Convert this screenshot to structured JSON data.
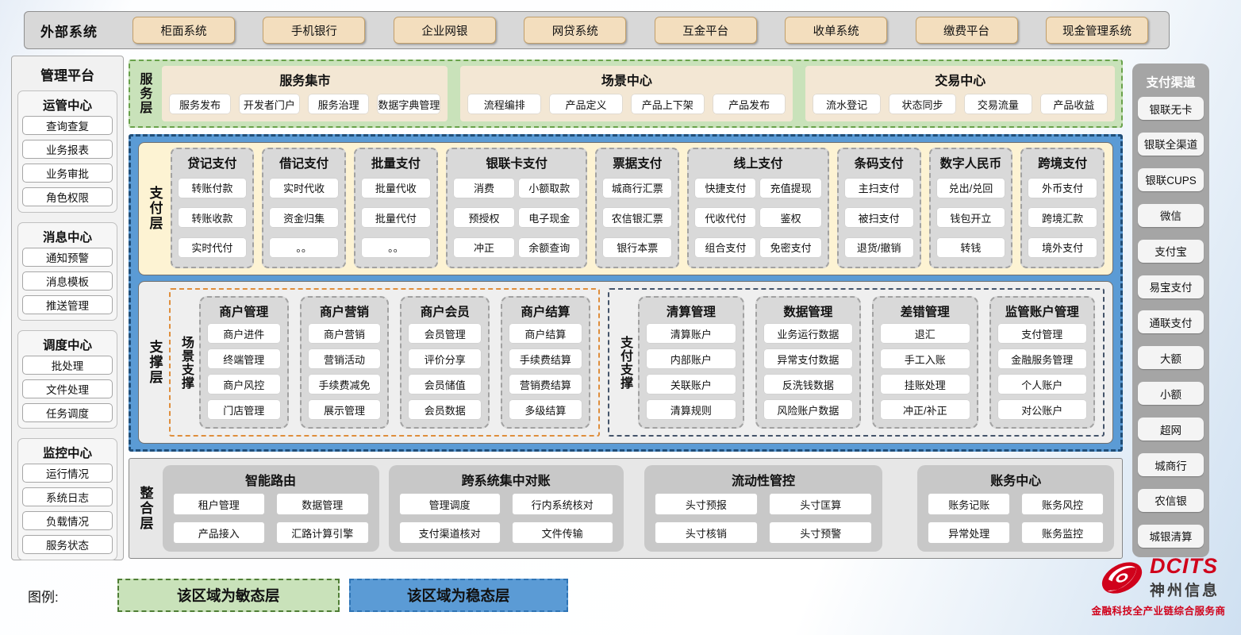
{
  "external": {
    "label": "外部系统",
    "items": [
      "柜面系统",
      "手机银行",
      "企业网银",
      "网贷系统",
      "互金平台",
      "收单系统",
      "缴费平台",
      "现金管理系统"
    ]
  },
  "management": {
    "title": "管理平台",
    "groups": [
      {
        "title": "运管中心",
        "items": [
          "查询查复",
          "业务报表",
          "业务审批",
          "角色权限"
        ]
      },
      {
        "title": "消息中心",
        "items": [
          "通知预警",
          "消息模板",
          "推送管理"
        ]
      },
      {
        "title": "调度中心",
        "items": [
          "批处理",
          "文件处理",
          "任务调度"
        ]
      },
      {
        "title": "监控中心",
        "items": [
          "运行情况",
          "系统日志",
          "负载情况",
          "服务状态"
        ]
      }
    ]
  },
  "service": {
    "label": "服务层",
    "sections": [
      {
        "title": "服务集市",
        "items": [
          "服务发布",
          "开发者门户",
          "服务治理",
          "数据字典管理"
        ]
      },
      {
        "title": "场景中心",
        "items": [
          "流程编排",
          "产品定义",
          "产品上下架",
          "产品发布"
        ]
      },
      {
        "title": "交易中心",
        "items": [
          "流水登记",
          "状态同步",
          "交易流量",
          "产品收益"
        ]
      }
    ]
  },
  "payment": {
    "label": "支付层",
    "columns": [
      {
        "title": "贷记支付",
        "cols": 1,
        "items": [
          "转账付款",
          "转账收款",
          "实时代付"
        ]
      },
      {
        "title": "借记支付",
        "cols": 1,
        "items": [
          "实时代收",
          "资金归集",
          "。。"
        ]
      },
      {
        "title": "批量支付",
        "cols": 1,
        "items": [
          "批量代收",
          "批量代付",
          "。。"
        ]
      },
      {
        "title": "银联卡支付",
        "cols": 2,
        "items": [
          "消费",
          "小额取款",
          "预授权",
          "电子现金",
          "冲正",
          "余额查询"
        ]
      },
      {
        "title": "票据支付",
        "cols": 1,
        "items": [
          "城商行汇票",
          "农信银汇票",
          "银行本票"
        ]
      },
      {
        "title": "线上支付",
        "cols": 2,
        "items": [
          "快捷支付",
          "充值提现",
          "代收代付",
          "鉴权",
          "组合支付",
          "免密支付"
        ]
      },
      {
        "title": "条码支付",
        "cols": 1,
        "items": [
          "主扫支付",
          "被扫支付",
          "退货/撤销"
        ]
      },
      {
        "title": "数字人民币",
        "cols": 1,
        "items": [
          "兑出/兑回",
          "钱包开立",
          "转钱"
        ]
      },
      {
        "title": "跨境支付",
        "cols": 1,
        "items": [
          "外币支付",
          "跨境汇款",
          "境外支付"
        ]
      }
    ]
  },
  "support": {
    "label": "支撑层",
    "groups": [
      {
        "name": "场景支撑",
        "accent": "orange",
        "columns": [
          {
            "title": "商户管理",
            "items": [
              "商户进件",
              "终端管理",
              "商户风控",
              "门店管理"
            ]
          },
          {
            "title": "商户营销",
            "items": [
              "商户营销",
              "营销活动",
              "手续费减免",
              "展示管理"
            ]
          },
          {
            "title": "商户会员",
            "items": [
              "会员管理",
              "评价分享",
              "会员储值",
              "会员数据"
            ]
          },
          {
            "title": "商户结算",
            "items": [
              "商户结算",
              "手续费结算",
              "营销费结算",
              "多级结算"
            ]
          }
        ]
      },
      {
        "name": "支付支撑",
        "accent": "navy",
        "columns": [
          {
            "title": "清算管理",
            "items": [
              "清算账户",
              "内部账户",
              "关联账户",
              "清算规则"
            ]
          },
          {
            "title": "数据管理",
            "items": [
              "业务运行数据",
              "异常支付数据",
              "反洗钱数据",
              "风险账户数据"
            ]
          },
          {
            "title": "差错管理",
            "items": [
              "退汇",
              "手工入账",
              "挂账处理",
              "冲正/补正"
            ]
          },
          {
            "title": "监管账户管理",
            "items": [
              "支付管理",
              "金融服务管理",
              "个人账户",
              "对公账户"
            ]
          }
        ]
      }
    ]
  },
  "integration": {
    "label": "整合层",
    "sections": [
      {
        "title": "智能路由",
        "items": [
          "租户管理",
          "数据管理",
          "产品接入",
          "汇路计算引擎"
        ]
      },
      {
        "title": "跨系统集中对账",
        "items": [
          "管理调度",
          "行内系统核对",
          "支付渠道核对",
          "文件传输"
        ]
      },
      {
        "title": "流动性管控",
        "items": [
          "头寸预报",
          "头寸匡算",
          "头寸核销",
          "头寸预警"
        ]
      },
      {
        "title": "账务中心",
        "items": [
          "账务记账",
          "账务风控",
          "异常处理",
          "账务监控"
        ]
      }
    ]
  },
  "channels": {
    "title": "支付渠道",
    "items": [
      "银联无卡",
      "银联全渠道",
      "银联CUPS",
      "微信",
      "支付宝",
      "易宝支付",
      "通联支付",
      "大额",
      "小额",
      "超网",
      "城商行",
      "农信银",
      "城银清算"
    ]
  },
  "legend": {
    "label": "图例:",
    "agile": "该区域为敏态层",
    "stable": "该区域为稳态层"
  },
  "logo": {
    "brand": "DCITS",
    "company": "神州信息",
    "tagline": "金融科技全产业链综合服务商"
  },
  "colors": {
    "agile_green": "#c9e2ba",
    "agile_border": "#69a24b",
    "stable_blue": "#5b9bd5",
    "stable_border": "#1f4e79",
    "payment_cream": "#fdf3d3",
    "column_gray": "#d9d9d9",
    "accent_orange": "#df8e3c",
    "accent_navy": "#44546a",
    "external_tan": "#f3debe",
    "channel_panel_gray": "#a5a5a5",
    "brand_red": "#d0021b"
  }
}
